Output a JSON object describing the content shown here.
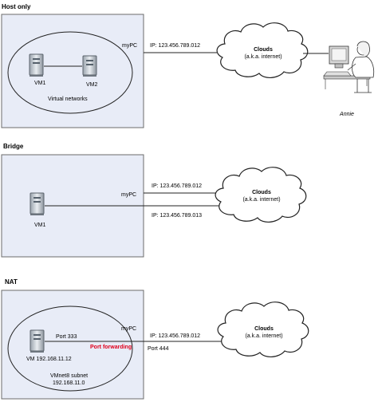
{
  "sections": {
    "host_only": {
      "title": "Host only",
      "pc_label": "myPC",
      "ip": "IP: 123.456.789.012",
      "network_label": "Virtual networks",
      "vm1": "VM1",
      "vm2": "VM2"
    },
    "bridge": {
      "title": "Bridge",
      "pc_label": "myPC",
      "ip1": "IP: 123.456.789.012",
      "ip2": "IP: 123.456.789.013",
      "vm1": "VM1"
    },
    "nat": {
      "title": "NAT",
      "pc_label": "myPC",
      "ip": "IP: 123.456.789.012",
      "vm_label": "VM 192.168.11.12",
      "port_in": "Port 333",
      "port_out": "Port 444",
      "port_forwarding": "Port forwarding",
      "subnet_line1": "VMnet8 subnet",
      "subnet_line2": "192.168.11.0"
    }
  },
  "cloud": {
    "title": "Clouds",
    "subtitle": "(a.k.a. internet)"
  },
  "user": {
    "name": "Annie"
  },
  "colors": {
    "box_fill": "#e8ecf7",
    "box_stroke": "#6b6b6b",
    "accent_red": "#e0001b"
  }
}
